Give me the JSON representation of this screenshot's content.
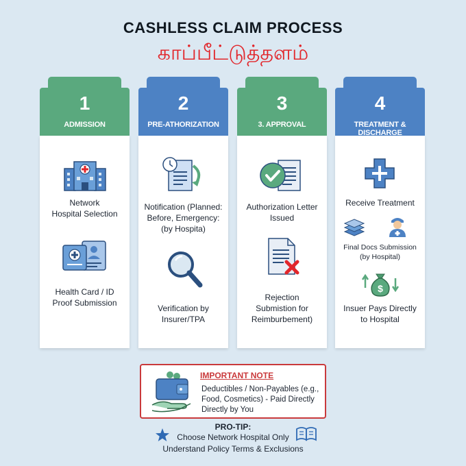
{
  "title": "CASHLESS CLAIM PROCESS",
  "subtitle": "காப்பீட்டுத்தளம்",
  "colors": {
    "green": "#5aa97e",
    "blue": "#4d82c4",
    "accent_red": "#c9393b"
  },
  "steps": [
    {
      "number": "1",
      "label": "ADMISSION",
      "items": [
        {
          "icon": "hospital-icon",
          "text": "Network\nHospital Selection"
        },
        {
          "icon": "id-card-icon",
          "text": "Health Card / ID\nProof Submission"
        }
      ]
    },
    {
      "number": "2",
      "label": "PRE-ATHORIZATION",
      "items": [
        {
          "icon": "clock-document-icon",
          "text": "Notification (Planned:\nBefore, Emergency:\n(by Hospita)"
        },
        {
          "icon": "magnifier-icon",
          "text": "Verification by\nInsurer/TPA"
        }
      ]
    },
    {
      "number": "3",
      "label": "3. APPROVAL",
      "items": [
        {
          "icon": "approved-document-icon",
          "text": "Authorization Letter\nIssued"
        },
        {
          "icon": "rejected-document-icon",
          "text": "Rejection\nSubmistion for\nReimburbement)"
        }
      ]
    },
    {
      "number": "4",
      "label": "TREATMENT & DISCHARGE",
      "items": [
        {
          "icon": "medical-cross-icon",
          "text": "Receive Treatment"
        },
        {
          "icon": "documents-doctor-icon",
          "text": "Final Docs Submission\n(by Hospital)"
        },
        {
          "icon": "money-bag-icon",
          "text": "Insuer Pays Directly\nto Hospital"
        }
      ]
    }
  ],
  "note": {
    "title": "IMPORTANT NOTE",
    "text": "Deductibles / Non-Payables (e.g.,\nFood, Cosmetics) - Paid Directly\nDirectly by You",
    "icon": "wallet-hand-icon"
  },
  "protip": {
    "title": "PRO-TIP:",
    "line1": "Choose Network Hospital Only",
    "line2": "Understand Policy Terms & Exclusions",
    "left_icon": "star-icon",
    "right_icon": "book-icon"
  }
}
